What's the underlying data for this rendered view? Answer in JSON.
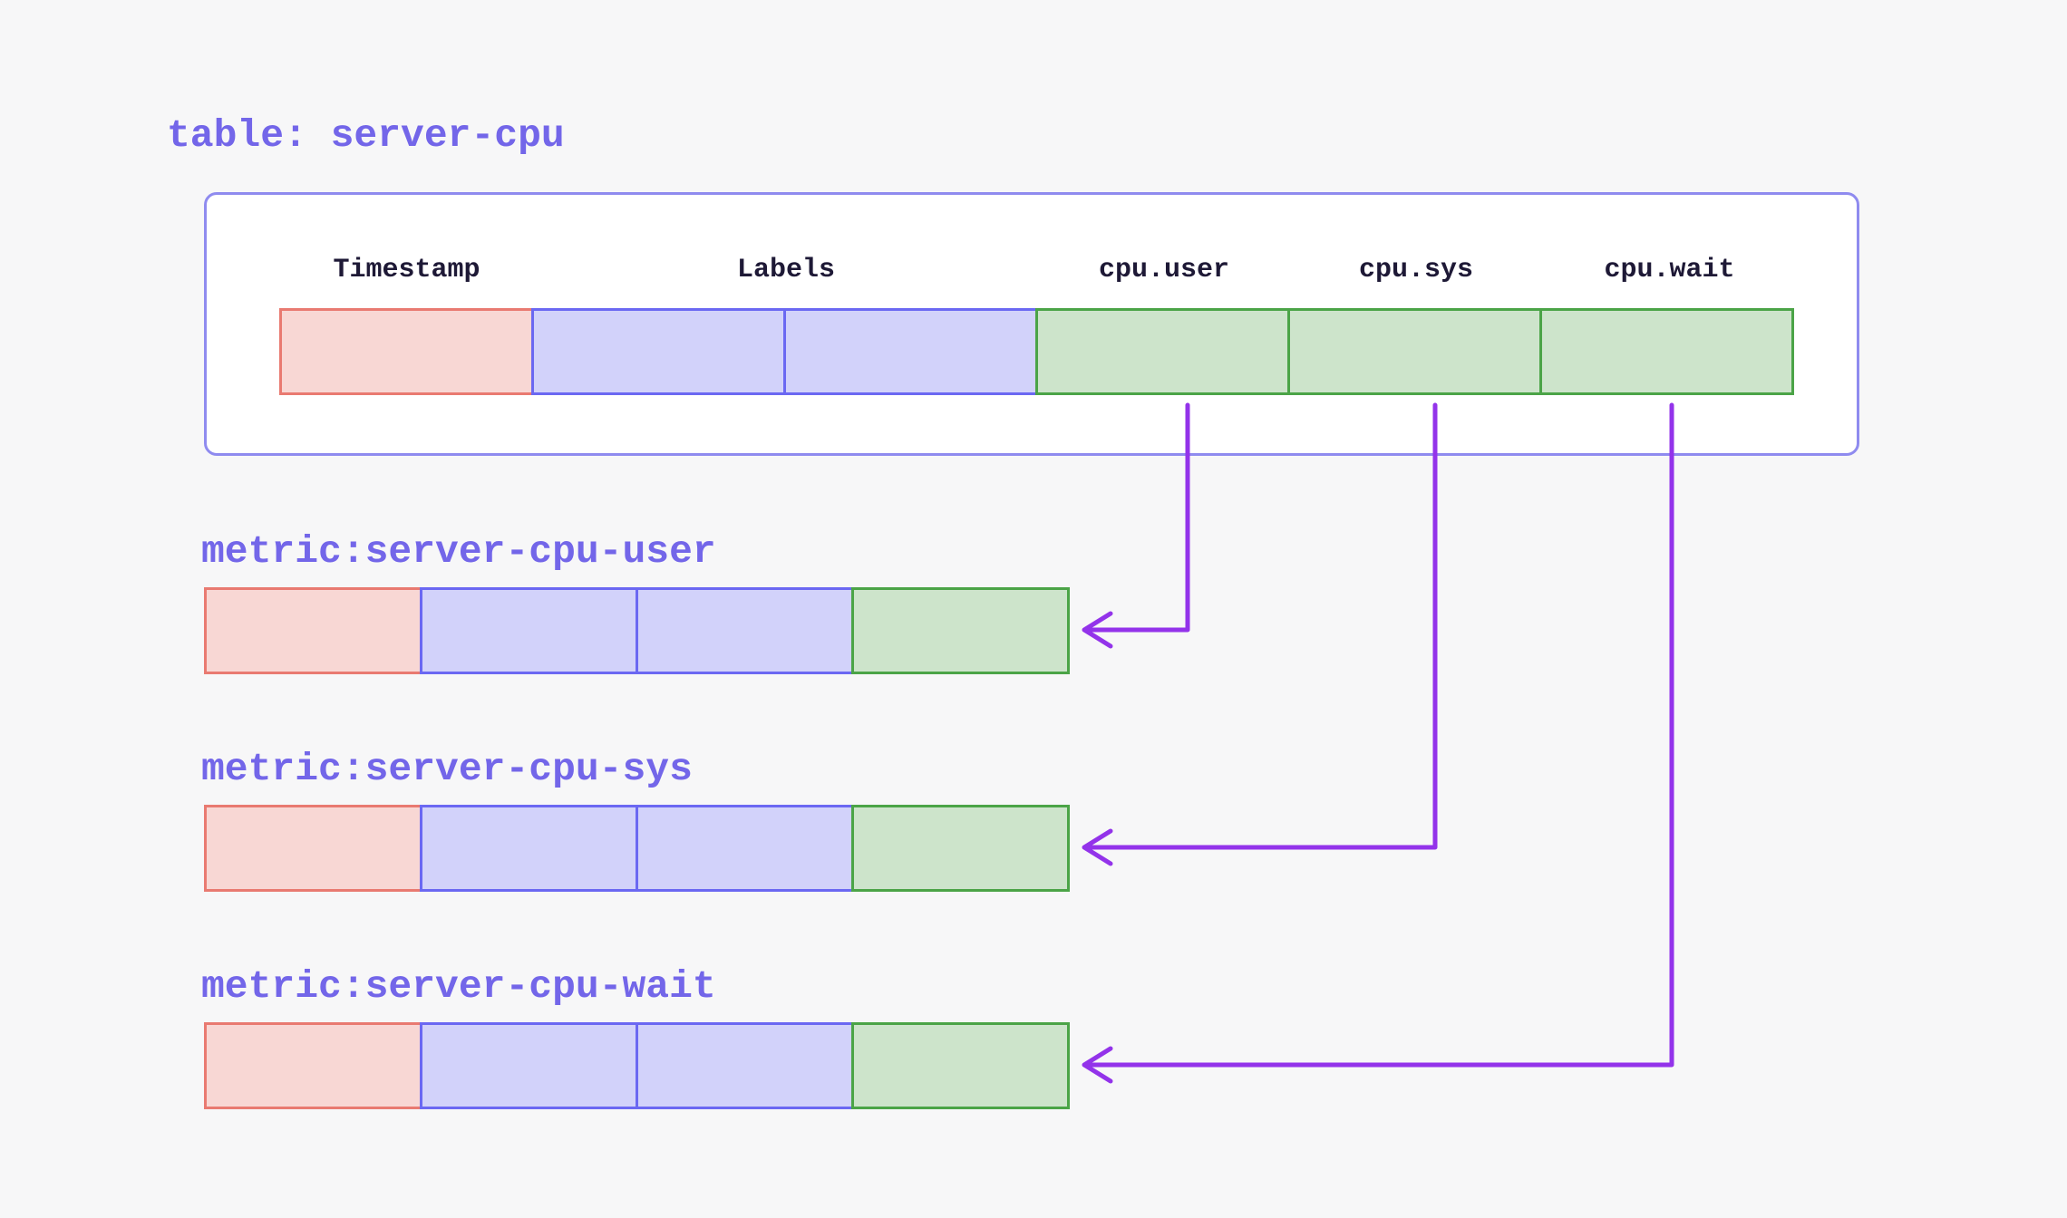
{
  "diagram": {
    "table": {
      "title": "table: server-cpu",
      "columns": [
        {
          "name": "Timestamp",
          "role": "timestamp"
        },
        {
          "name": "Labels",
          "role": "labels",
          "cell_count": 2
        },
        {
          "name": "cpu.user",
          "role": "field"
        },
        {
          "name": "cpu.sys",
          "role": "field"
        },
        {
          "name": "cpu.wait",
          "role": "field"
        }
      ]
    },
    "metrics": [
      {
        "label": "metric:server-cpu-user",
        "arrow_from_column": "cpu.user"
      },
      {
        "label": "metric:server-cpu-sys",
        "arrow_from_column": "cpu.sys"
      },
      {
        "label": "metric:server-cpu-wait",
        "arrow_from_column": "cpu.wait"
      }
    ]
  },
  "colors": {
    "page_bg": "#f7f7f8",
    "box_bg": "#ffffff",
    "box_border": "#8f8bef",
    "title_text": "#7366e9",
    "header_text": "#1e1936",
    "timestamp_fill": "#f8d7d4",
    "timestamp_border": "#e97a71",
    "labels_fill": "#d2d2fa",
    "labels_border": "#6b68f2",
    "field_fill": "#cde4cb",
    "field_border": "#4ba447",
    "arrow": "#9333ea"
  }
}
